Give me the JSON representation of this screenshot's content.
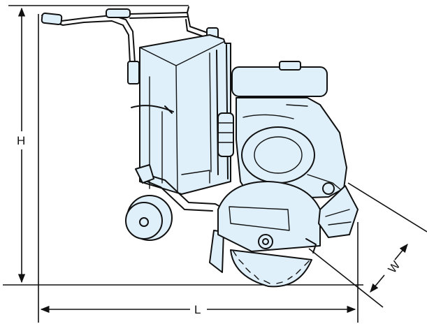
{
  "dimensions": {
    "height_label": "H",
    "length_label": "L",
    "width_label": "W"
  },
  "colors": {
    "body_fill": "#dff0fa",
    "outline": "#111111",
    "background": "#ffffff"
  }
}
